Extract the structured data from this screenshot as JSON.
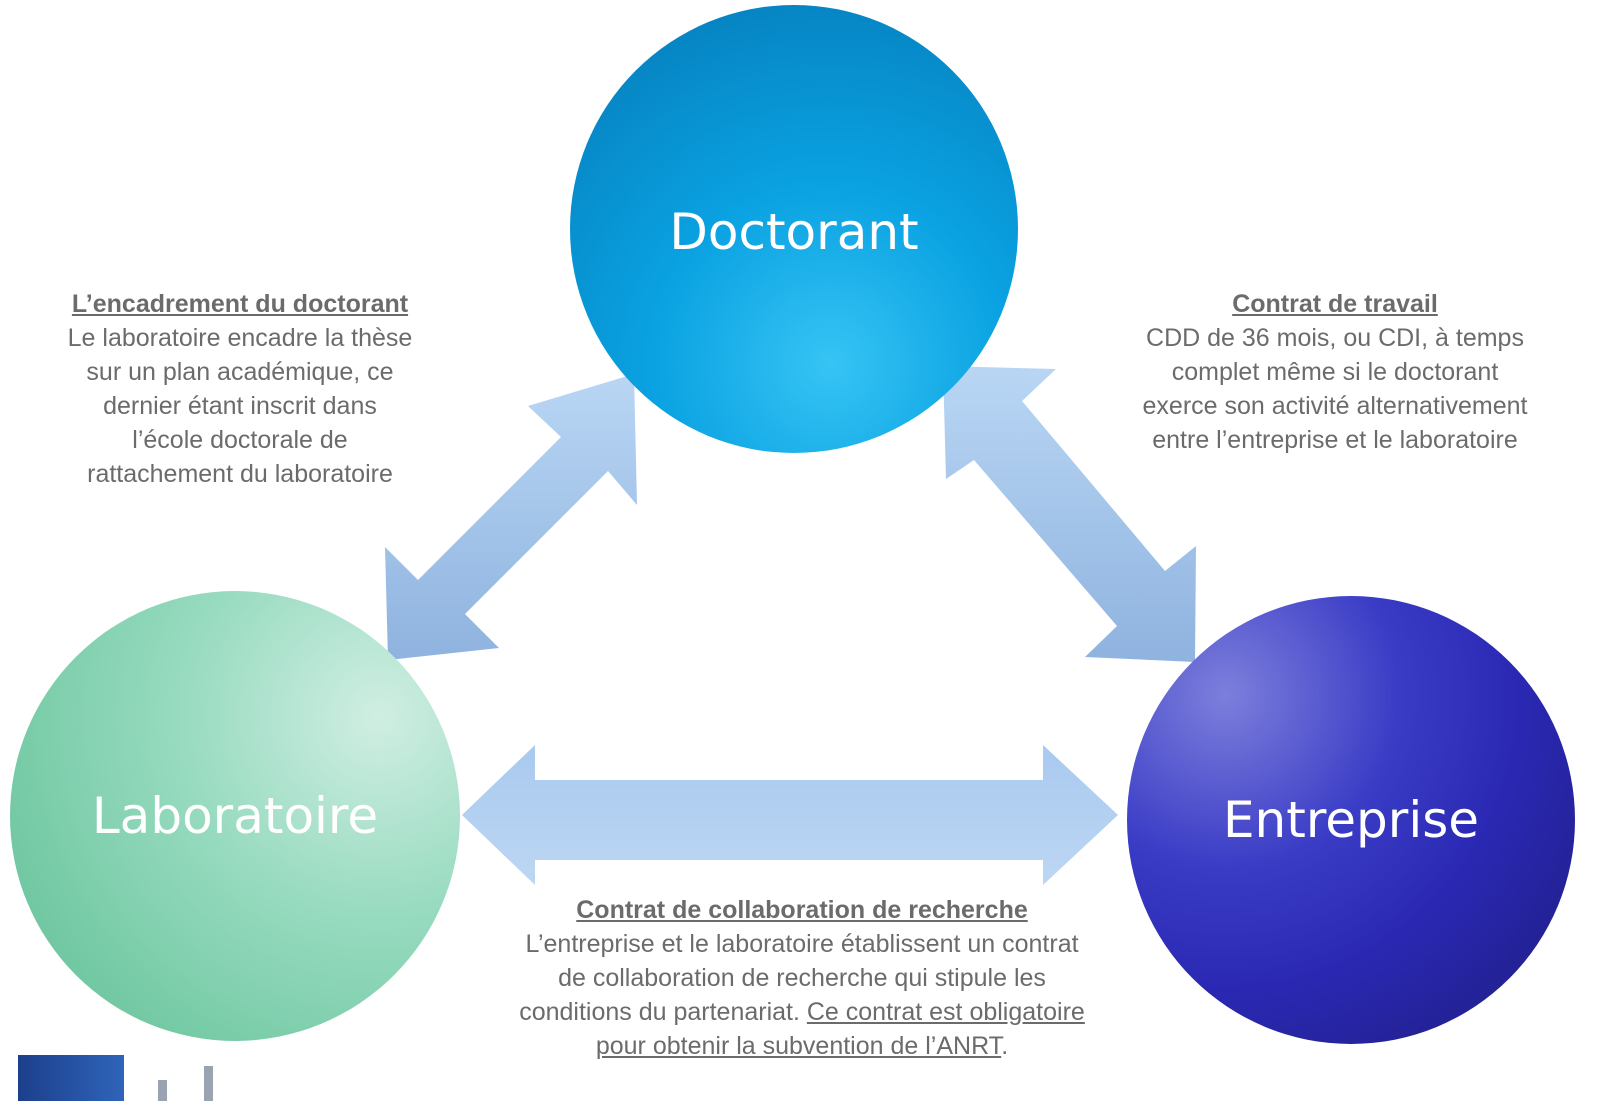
{
  "nodes": {
    "doctorant": "Doctorant",
    "laboratoire": "Laboratoire",
    "entreprise": "Entreprise"
  },
  "left_block": {
    "title": "L’encadrement du doctorant",
    "lines": [
      "Le laboratoire encadre la thèse",
      "sur un plan académique, ce",
      "dernier étant inscrit dans",
      "l’école doctorale de",
      "rattachement du laboratoire"
    ]
  },
  "right_block": {
    "title": "Contrat de travail",
    "lines": [
      "CDD de 36 mois, ou CDI, à temps",
      "complet même si le doctorant",
      "exerce son activité alternativement",
      "entre l’entreprise et le laboratoire"
    ]
  },
  "bottom_block": {
    "title": "Contrat de collaboration de recherche",
    "line1": "L’entreprise et le laboratoire établissent un contrat",
    "line2": "de collaboration de recherche qui stipule les",
    "line3_plain": "conditions du partenariat. ",
    "line3_underlined": "Ce contrat est obligatoire",
    "line4_underlined": "pour obtenir la subvention de l’ANRT",
    "line4_end": "."
  },
  "colors": {
    "doctorant": "#0aa2e2",
    "laboratoire": "#98dbc0",
    "entreprise": "#2a28b2",
    "arrow": "#a9c9ec"
  }
}
